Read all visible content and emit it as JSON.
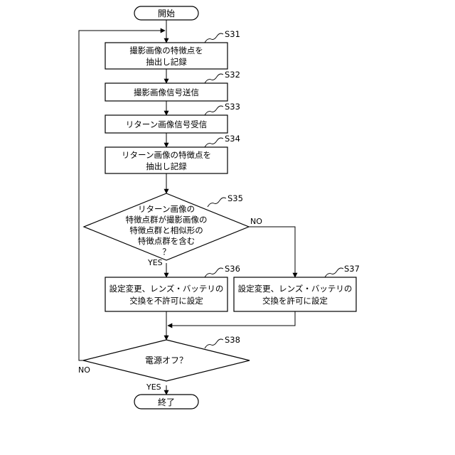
{
  "start": "開始",
  "end": "終了",
  "steps": {
    "s31": {
      "id": "S31",
      "lines": [
        "撮影画像の特徴点を",
        "抽出し記録"
      ]
    },
    "s32": {
      "id": "S32",
      "lines": [
        "撮影画像信号送信"
      ]
    },
    "s33": {
      "id": "S33",
      "lines": [
        "リターン画像信号受信"
      ]
    },
    "s34": {
      "id": "S34",
      "lines": [
        "リターン画像の特徴点を",
        "抽出し記録"
      ]
    },
    "s35": {
      "id": "S35",
      "lines": [
        "リターン画像の",
        "特徴点群が撮影画像の",
        "特徴点群と相似形の",
        "特徴点群を含む",
        "？"
      ]
    },
    "s36": {
      "id": "S36",
      "lines": [
        "設定変更、レンズ・バッテリの",
        "交換を不許可に設定"
      ]
    },
    "s37": {
      "id": "S37",
      "lines": [
        "設定変更、レンズ・バッテリの",
        "交換を許可に設定"
      ]
    },
    "s38": {
      "id": "S38",
      "lines": [
        "電源オフ？"
      ]
    }
  },
  "labels": {
    "s35_yes": "YES",
    "s35_no": "NO",
    "s38_yes": "YES",
    "s38_no": "NO"
  }
}
